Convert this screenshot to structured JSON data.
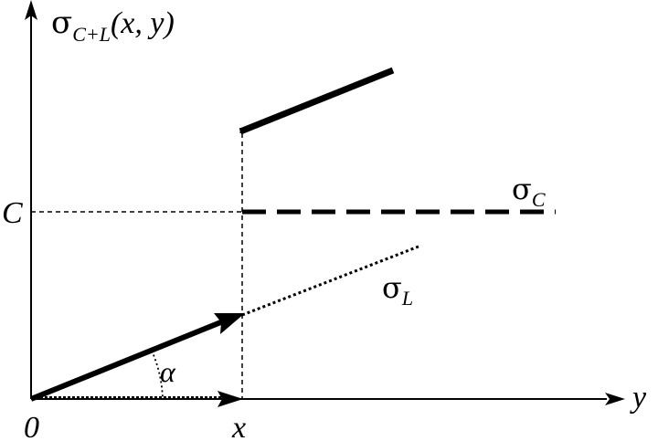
{
  "labels": {
    "y_axis_sigma": "σ",
    "y_axis_subscript": "C+L",
    "y_axis_args": "(x, y)",
    "x_axis": "y",
    "origin": "0",
    "x_mark": "x",
    "c_level": "C",
    "angle": "α",
    "sigma_c_symbol": "σ",
    "sigma_c_subscript": "C",
    "sigma_l_symbol": "σ",
    "sigma_l_subscript": "L"
  },
  "colors": {
    "ink": "#000000",
    "background": "#ffffff"
  }
}
